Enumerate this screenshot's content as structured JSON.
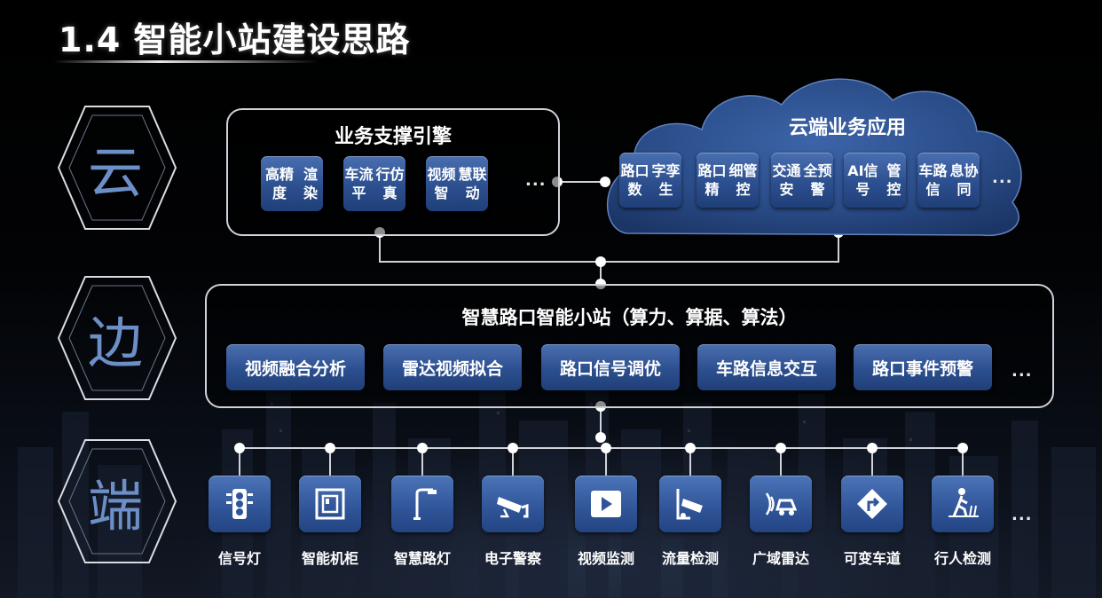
{
  "title": "1.4 智能小站建设思路",
  "layers": {
    "cloud": "云",
    "edge": "边",
    "end": "端"
  },
  "business_engine": {
    "title": "业务支撑引擎",
    "items": [
      "高精度渲染",
      "车流平行仿真",
      "视频智慧联动"
    ],
    "more": "..."
  },
  "cloud_apps": {
    "title": "云端业务应用",
    "items": [
      "路口数字孪生",
      "路口精细管控",
      "交通安全预警",
      "AI信号管控",
      "车路信息协同"
    ],
    "more": "..."
  },
  "edge_station": {
    "title": "智慧路口智能小站（算力、算据、算法）",
    "items": [
      "视频融合分析",
      "雷达视频拟合",
      "路口信号调优",
      "车路信息交互",
      "路口事件预警"
    ],
    "more": "..."
  },
  "devices": {
    "items": [
      {
        "label": "信号灯",
        "icon": "traffic-light-icon"
      },
      {
        "label": "智能机柜",
        "icon": "cabinet-icon"
      },
      {
        "label": "智慧路灯",
        "icon": "street-lamp-icon"
      },
      {
        "label": "电子警察",
        "icon": "cctv-camera-icon"
      },
      {
        "label": "视频监测",
        "icon": "video-monitor-icon"
      },
      {
        "label": "流量检测",
        "icon": "flow-camera-icon"
      },
      {
        "label": "广域雷达",
        "icon": "radar-car-icon"
      },
      {
        "label": "可变车道",
        "icon": "lane-sign-icon"
      },
      {
        "label": "行人检测",
        "icon": "pedestrian-icon"
      }
    ],
    "more": "..."
  },
  "colors": {
    "tile_blue": "#2c4f8f",
    "layer_text": "#6d8fc7",
    "cloud_fill": "#2a4c88",
    "line": "#cfd3da"
  }
}
